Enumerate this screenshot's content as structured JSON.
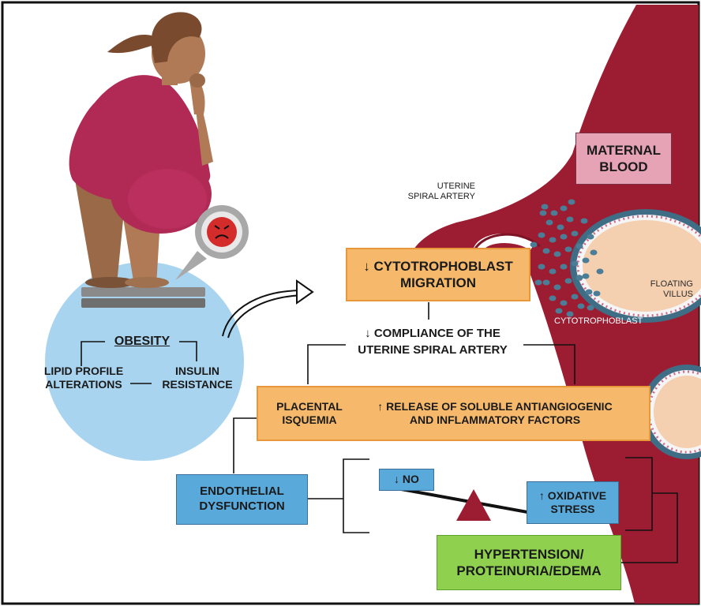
{
  "obesity": {
    "title": "OBESITY",
    "lipid_line1": "LIPID PROFILE",
    "lipid_line2": "ALTERATIONS",
    "insulin_line1": "INSULIN",
    "insulin_line2": "RESISTANCE"
  },
  "labels": {
    "uterine_line1": "UTERINE",
    "uterine_line2": "SPIRAL ARTERY",
    "maternal_line1": "MATERNAL",
    "maternal_line2": "BLOOD",
    "floating_line1": "FLOATING",
    "floating_line2": "VILLUS",
    "cytotrophoblast": "CYTOTROPHOBLAST"
  },
  "flow": {
    "migration_line1": "↓ CYTOTROPHOBLAST",
    "migration_line2": "MIGRATION",
    "compliance_line1": "↓ COMPLIANCE OF THE",
    "compliance_line2": "UTERINE SPIRAL ARTERY",
    "placental_line1": "PLACENTAL",
    "placental_line2": "ISQUEMIA",
    "release_line1": "↑ RELEASE OF SOLUBLE ANTIANGIOGENIC",
    "release_line2": "AND INFLAMMATORY FACTORS",
    "endothelial_line1": "ENDOTHELIAL",
    "endothelial_line2": "DYSFUNCTION",
    "no_label": "↓ NO",
    "oxidative_line1": "↑ OXIDATIVE",
    "oxidative_line2": "STRESS",
    "hypertension_line1": "HYPERTENSION/",
    "hypertension_line2": "PROTEINURIA/EDEMA"
  },
  "icons": {
    "person": "woman-on-scale-illustration",
    "emoji": "angry-face-icon",
    "arrow": "curved-arrow-icon",
    "balance": "balance-fulcrum-icon"
  },
  "colors": {
    "vessel": "#9c1d32",
    "vessel_dark": "#7d1426",
    "orange_box": "#f6b96b",
    "blue_box": "#5aa9db",
    "green_box": "#8fd14f",
    "pink_box": "#e6a3b6",
    "circle": "#a9d4ef",
    "villus": "#f4cfb0",
    "dress": "#b02a55",
    "skin": "#b07a56"
  }
}
